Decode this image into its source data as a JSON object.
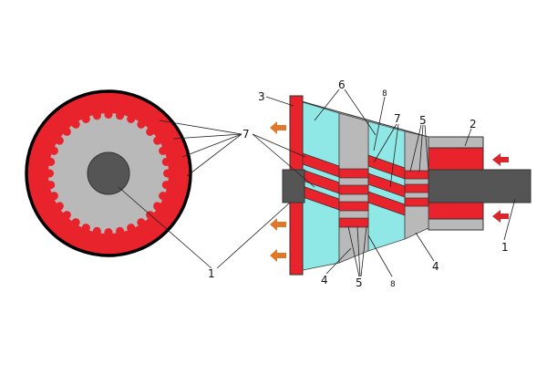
{
  "labels": {
    "l1_left": "1",
    "l7_left": "7",
    "l3": "3",
    "l6": "6",
    "l8_top": "8",
    "l7_right": "7",
    "l5_top": "5",
    "l2": "2",
    "l1_right": "1",
    "l4_left": "4",
    "l5_bottom": "5",
    "l8_bottom": "8",
    "l4_right": "4"
  },
  "colors": {
    "red": "#e8232b",
    "cyan": "#8fe8e6",
    "gray": "#b9b9b9",
    "dark_gray": "#555555",
    "arrow_orange": "#e0782b",
    "arrow_red": "#d8262b"
  }
}
